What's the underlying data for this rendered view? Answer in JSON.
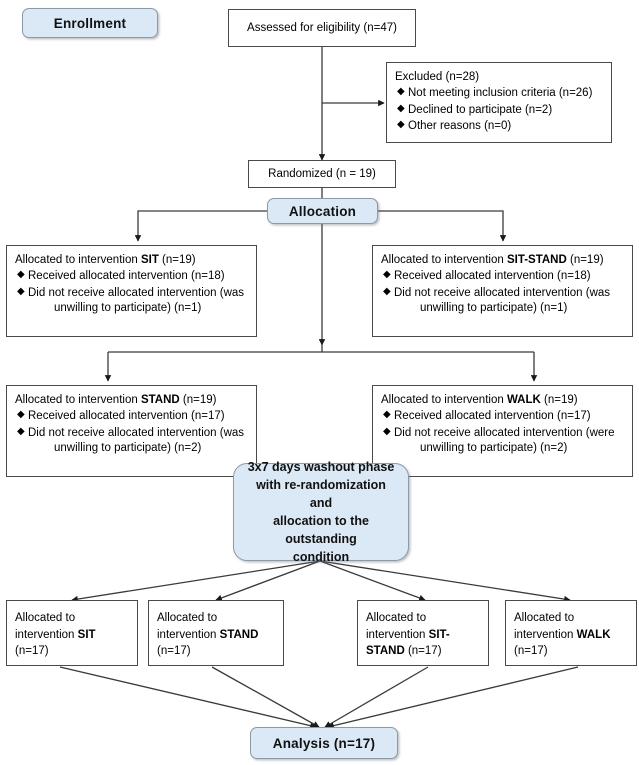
{
  "diagram": {
    "type": "consort-flow-diagram",
    "accent_color": "#dbe9f6",
    "border_color": "#4a4a4a"
  },
  "phases": {
    "enrollment": "Enrollment",
    "allocation": "Allocation"
  },
  "enrollment": {
    "assessed": "Assessed for eligibility (n=47)",
    "randomized": "Randomized (n = 19)",
    "excluded": {
      "title": "Excluded (n=28)",
      "reasons": [
        "Not meeting inclusion criteria (n=26)",
        "Declined to participate (n=2)",
        "Other reasons (n=0)"
      ]
    }
  },
  "allocation_boxes": [
    {
      "name": "sit",
      "title_prefix": "Allocated to intervention ",
      "title_arm": "SIT",
      "title_suffix": " (n=19)",
      "received": "Received allocated intervention (n=18)",
      "not_received_line1": "Did not receive allocated intervention (was",
      "not_received_line2": "unwilling to participate) (n=1)"
    },
    {
      "name": "sit-stand",
      "title_prefix": "Allocated to intervention ",
      "title_arm": "SIT-STAND",
      "title_suffix": " (n=19)",
      "received": "Received allocated intervention (n=18)",
      "not_received_line1": "Did not receive allocated intervention (was",
      "not_received_line2": "unwilling to participate) (n=1)"
    },
    {
      "name": "stand",
      "title_prefix": "Allocated to intervention ",
      "title_arm": "STAND",
      "title_suffix": " (n=19)",
      "received": "Received allocated intervention (n=17)",
      "not_received_line1": "Did not receive allocated intervention (was",
      "not_received_line2": "unwilling to participate) (n=2)"
    },
    {
      "name": "walk",
      "title_prefix": "Allocated to intervention ",
      "title_arm": "WALK",
      "title_suffix": " (n=19)",
      "received": "Received allocated intervention (n=17)",
      "not_received_line1": "Did not receive allocated intervention (were",
      "not_received_line2": "unwilling to participate) (n=2)"
    }
  ],
  "washout": {
    "line1": "3x7 days washout phase",
    "line2": "with re-randomization and",
    "line3": "allocation to the outstanding",
    "line4": "condition"
  },
  "crossover_boxes": [
    {
      "name": "sit",
      "line1": "Allocated to",
      "line2_prefix": "intervention ",
      "line2_arm": "SIT",
      "line2_suffix": "",
      "line3": "(n=17)"
    },
    {
      "name": "stand",
      "line1": "Allocated to",
      "line2_prefix": "intervention ",
      "line2_arm": "STAND",
      "line2_suffix": "",
      "line3": "(n=17)"
    },
    {
      "name": "sit-stand",
      "line1": "Allocated to",
      "line2_prefix": "intervention ",
      "line2_arm": "SIT-",
      "line2_suffix": "",
      "line3_arm": "STAND",
      "line3": " (n=17)"
    },
    {
      "name": "walk",
      "line1": "Allocated to",
      "line2_prefix": "intervention ",
      "line2_arm": "WALK",
      "line2_suffix": "",
      "line3": "(n=17)"
    }
  ],
  "analysis": {
    "label": "Analysis (n=17)"
  }
}
